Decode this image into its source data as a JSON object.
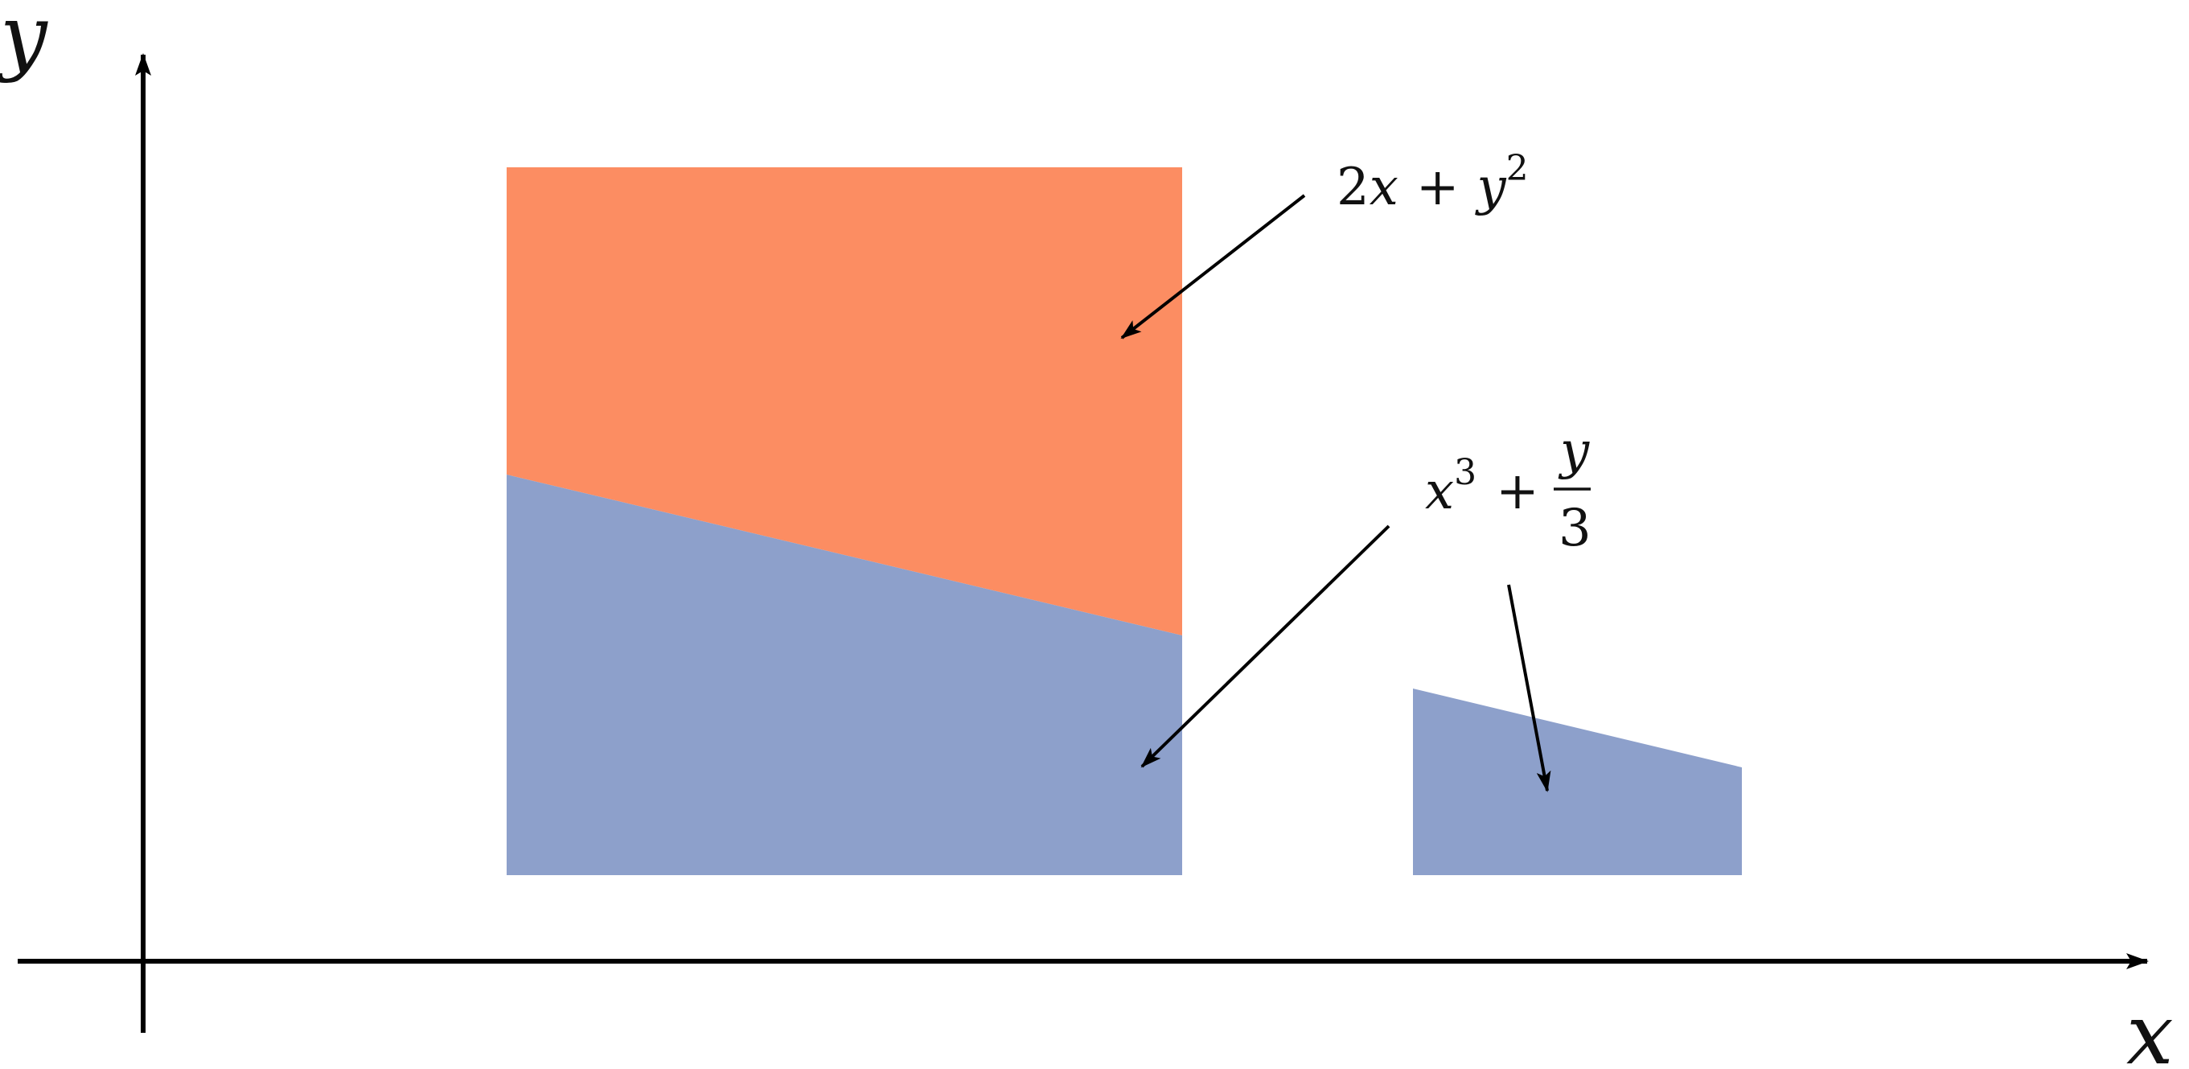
{
  "axes": {
    "x_label": "x",
    "y_label": "y"
  },
  "labels": {
    "upper": {
      "coef": "2",
      "var1": "x",
      "op": "+",
      "var2": "y",
      "exp": "2"
    },
    "lower": {
      "var1": "x",
      "exp": "3",
      "op": "+",
      "numerator": "y",
      "denominator": "3"
    }
  },
  "colors": {
    "upper_region": "#FC8D62",
    "lower_region": "#8DA0CB",
    "axis": "#000000",
    "arrow": "#000000"
  }
}
